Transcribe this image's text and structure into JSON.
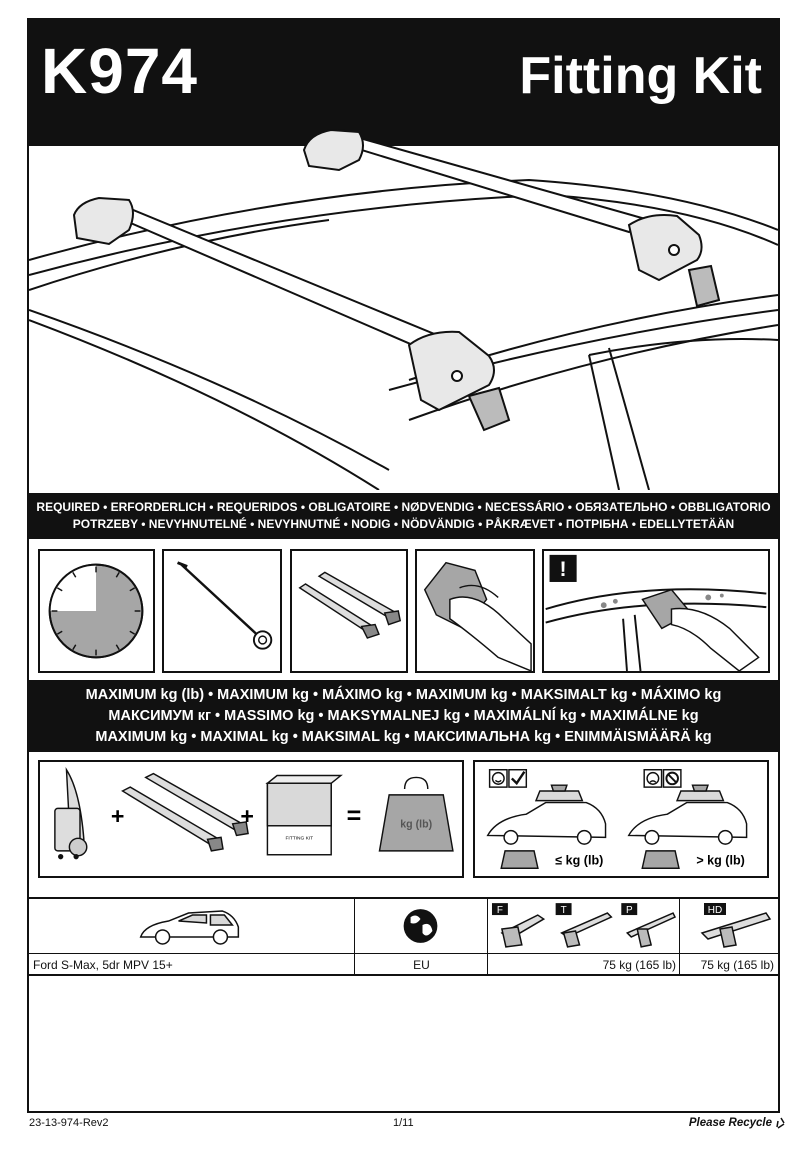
{
  "header": {
    "code": "K974",
    "title": "Fitting Kit"
  },
  "required_banner": {
    "line1": "REQUIRED • ERFORDERLICH • REQUERIDOS • OBLIGATOIRE • NØDVENDIG • NECESSÁRIO • ОБЯЗАТЕЛЬНО • OBBLIGATORIO",
    "line2": "POTRZEBY • NEVYHNUTELNÉ • NEVYHNUTNÉ • NODIG • NÖDVÄNDIG • PÅKRÆVET • ПОТРІБНА • EDELLYTETÄÄN"
  },
  "tools": [
    {
      "icon": "clock-icon"
    },
    {
      "icon": "tool-key-icon"
    },
    {
      "icon": "roof-bars-icon"
    },
    {
      "icon": "cleaning-cloth-icon"
    },
    {
      "icon": "clean-roof-warning-icon",
      "warning": "!"
    }
  ],
  "maximum_banner": {
    "line1": "MAXIMUM kg (lb) • MAXIMUM kg • MÁXIMO kg • MAXIMUM kg • MAKSIMALT kg • MÁXIMO kg",
    "line2": "МАКСИМУМ кг • MASSIMO kg • MAKSYMALNEJ kg • MAXIMÁLNÍ kg • MAXIMÁLNE kg",
    "line3": "MAXIMUM kg • MAXIMAL kg • MAKSIMAL kg • МАКСИМАЛЬНА kg • ENIMMÄISMÄÄRÄ kg"
  },
  "load_diagram": {
    "plus": "+",
    "equals": "=",
    "weight_label": "kg (lb)",
    "box_label": "FITTING KIT",
    "ok_label": "≤ kg (lb)",
    "bad_label": "> kg (lb)",
    "small_weight_label": "kg (lb)"
  },
  "fit_table": {
    "bar_types": [
      "F",
      "T",
      "P",
      "HD"
    ],
    "vehicle": "Ford S-Max, 5dr MPV 15+",
    "region": "EU",
    "load_ftp": "75 kg (165 lb)",
    "load_hd": "75 kg (165 lb)"
  },
  "footer": {
    "doc_id": "23-13-974-Rev2",
    "page": "1/11",
    "recycle": "Please Recycle"
  },
  "colors": {
    "banner": "#111111",
    "gray_fill": "#a6a6a6",
    "light_gray": "#d9d9d9"
  }
}
